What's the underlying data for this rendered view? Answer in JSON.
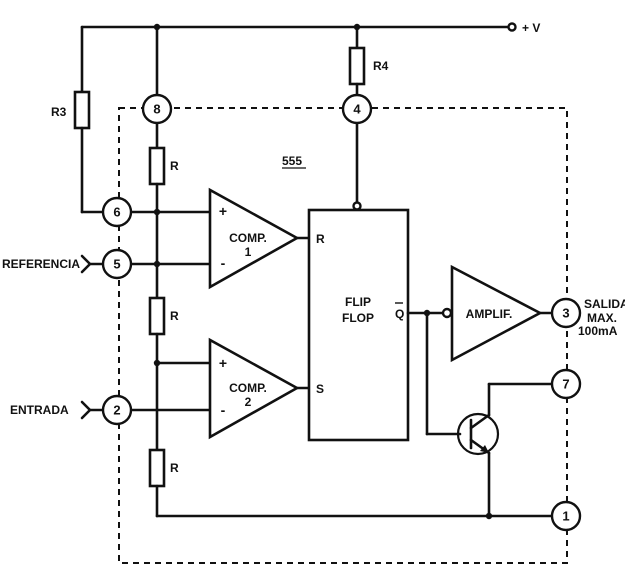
{
  "supply": {
    "label": "+ V"
  },
  "chip": {
    "label": "555"
  },
  "resistors": {
    "r3": "R3",
    "r4": "R4",
    "divider": "R"
  },
  "pins": {
    "p1": "1",
    "p2": "2",
    "p3": "3",
    "p4": "4",
    "p5": "5",
    "p6": "6",
    "p7": "7",
    "p8": "8"
  },
  "inputs": {
    "referencia": "REFERENCIA",
    "entrada": "ENTRADA"
  },
  "comparators": {
    "comp1_line1": "COMP.",
    "comp1_line2": "1",
    "comp2_line1": "COMP.",
    "comp2_line2": "2",
    "plus": "+",
    "minus": "-"
  },
  "flipflop": {
    "line1": "FLIP",
    "line2": "FLOP",
    "r": "R",
    "s": "S",
    "q": "Q"
  },
  "amplifier": {
    "label": "AMPLIF."
  },
  "output": {
    "salida": "SALIDA",
    "max": "MAX.",
    "current": "100mA"
  }
}
